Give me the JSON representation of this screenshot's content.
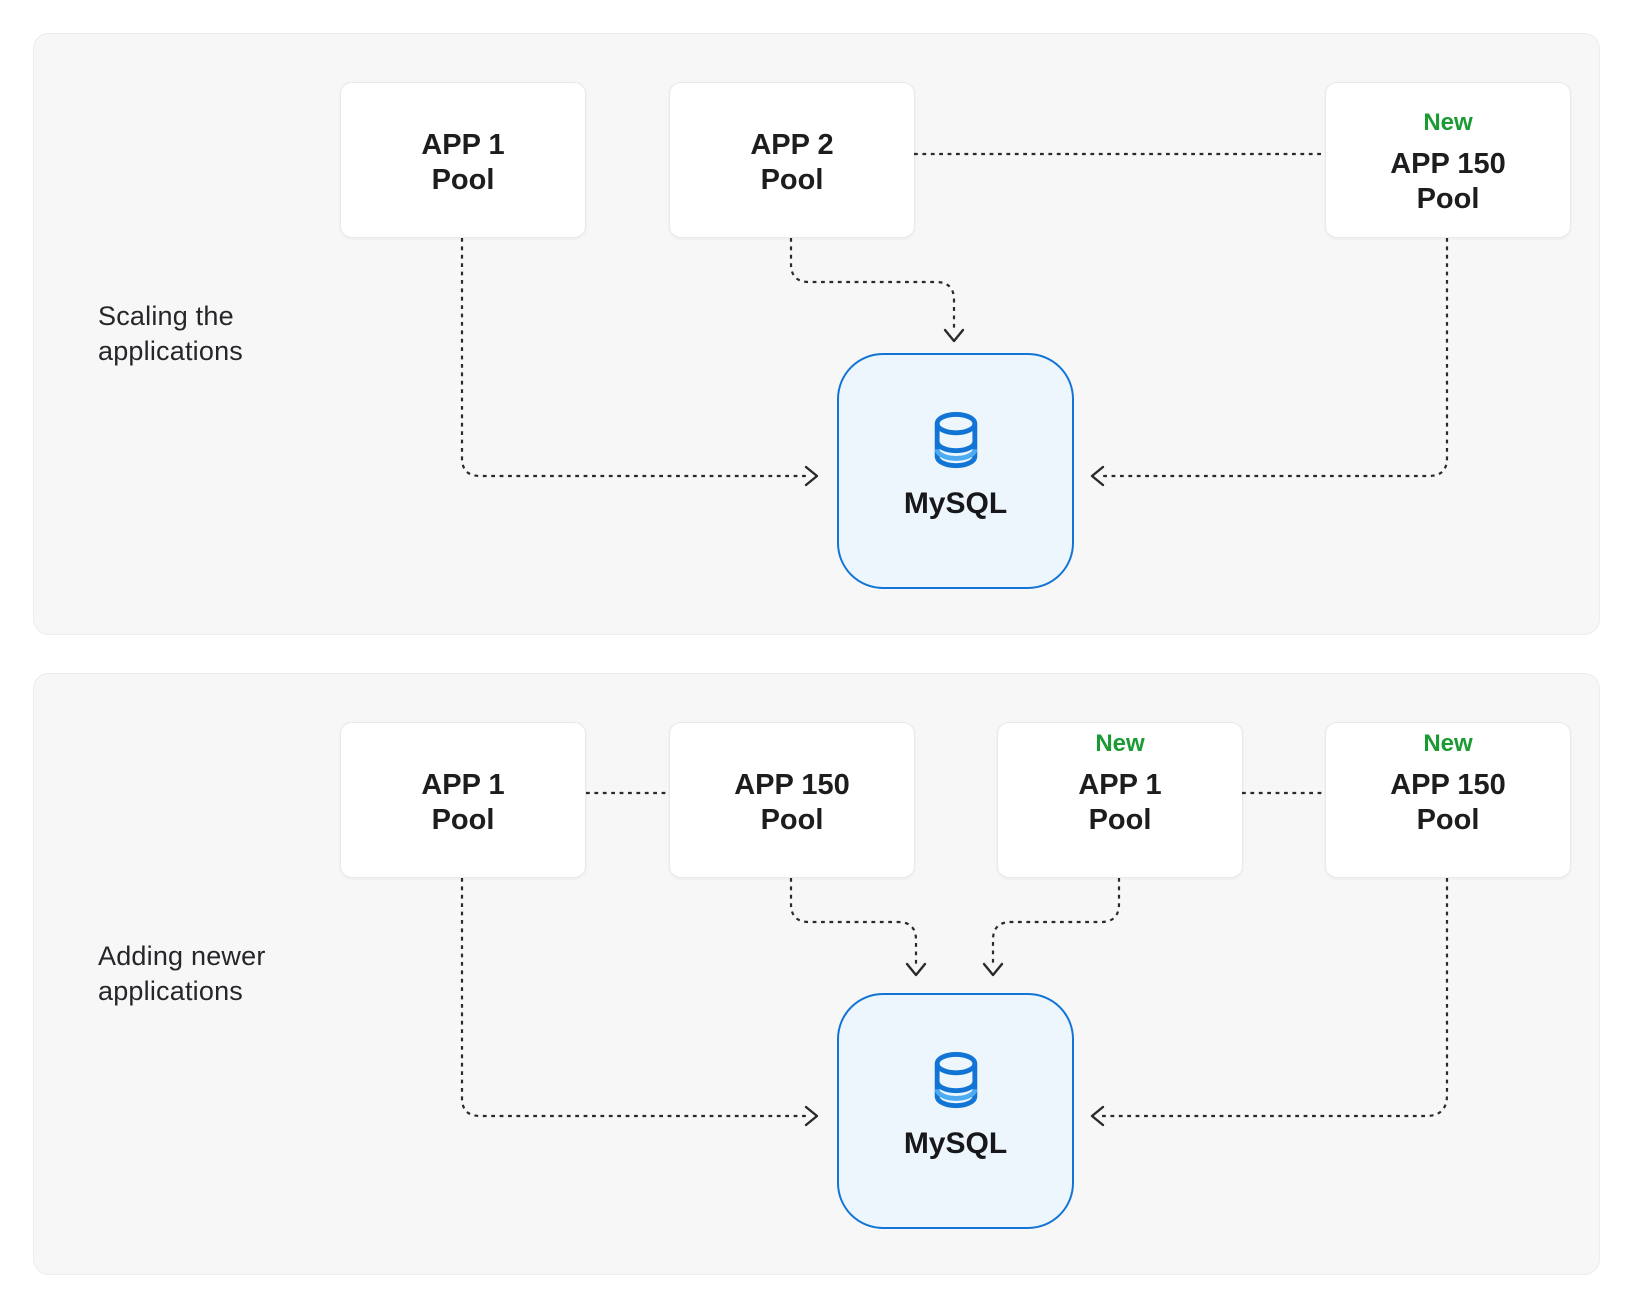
{
  "colors": {
    "panel_bg": "#f7f7f8",
    "panel_border": "#ececee",
    "box_border": "#e9e9eb",
    "accent_blue": "#1274d4",
    "db_fill": "#edf6fd",
    "db_stripe": "#4fabf0",
    "new_green": "#1c9a33",
    "arrow": "#2a2a2b",
    "text_dark": "#1d1d1f"
  },
  "panels": [
    {
      "label": "Scaling the applications",
      "boxes": [
        {
          "badge": "",
          "line1": "APP 1",
          "line2": "Pool"
        },
        {
          "badge": "",
          "line1": "APP 2",
          "line2": "Pool"
        },
        {
          "badge": "New",
          "line1": "APP 150",
          "line2": "Pool"
        }
      ],
      "db": {
        "label": "MySQL",
        "icon": "database-icon"
      },
      "edges": [
        {
          "from": "APP 1 Pool",
          "to": "MySQL",
          "arrow": true
        },
        {
          "from": "APP 2 Pool",
          "to": "MySQL",
          "arrow": true
        },
        {
          "from": "APP 2 Pool",
          "to": "APP 150 Pool",
          "arrow": false
        },
        {
          "from": "APP 150 Pool",
          "to": "MySQL",
          "arrow": true
        }
      ]
    },
    {
      "label": "Adding newer applications",
      "boxes": [
        {
          "badge": "",
          "line1": "APP 1",
          "line2": "Pool"
        },
        {
          "badge": "",
          "line1": "APP 150",
          "line2": "Pool"
        },
        {
          "badge": "New",
          "line1": "APP 1",
          "line2": "Pool"
        },
        {
          "badge": "New",
          "line1": "APP 150",
          "line2": "Pool"
        }
      ],
      "db": {
        "label": "MySQL",
        "icon": "database-icon"
      },
      "edges": [
        {
          "from": "APP 1 Pool",
          "to": "MySQL",
          "arrow": true
        },
        {
          "from": "APP 150 Pool",
          "to": "MySQL",
          "arrow": true
        },
        {
          "from": "APP 1 Pool",
          "to": "APP 150 Pool",
          "arrow": false
        },
        {
          "from": "New APP 1 Pool",
          "to": "MySQL",
          "arrow": true
        },
        {
          "from": "New APP 1 Pool",
          "to": "New APP 150 Pool",
          "arrow": false
        },
        {
          "from": "New APP 150 Pool",
          "to": "MySQL",
          "arrow": true
        }
      ]
    }
  ]
}
